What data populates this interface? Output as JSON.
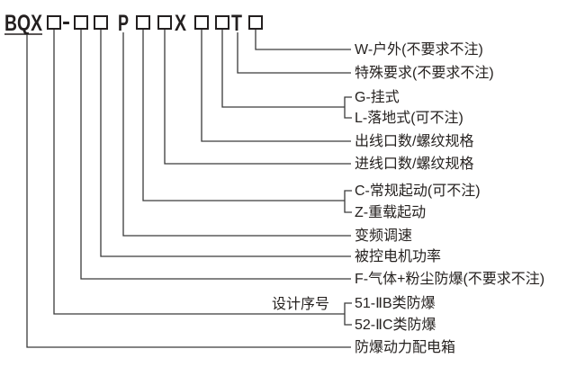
{
  "code": {
    "full": "BQX□-□□P□□X□□T□",
    "prefix": "BQX",
    "hyphen": "-",
    "letter_p": "P",
    "letter_x": "X",
    "letter_t": "T"
  },
  "labels": {
    "outdoor": "W-户外(不要求不注)",
    "special": "特殊要求(不要求不注)",
    "mount_g": "G-挂式",
    "mount_l": "L-落地式(可不注)",
    "outlet": "出线口数/螺纹规格",
    "inlet": "进线口数/螺纹规格",
    "start_c": "C-常规起动(可不注)",
    "start_z": "Z-重载起动",
    "vfd": "变频调速",
    "motor_power": "被控电机功率",
    "f_dust": "F-气体+粉尘防爆(不要求不注)",
    "design_serial": "设计序号",
    "serial_b": "51-ⅡB类防爆",
    "serial_c": "52-ⅡC类防爆",
    "product": "防爆动力配电箱"
  },
  "colors": {
    "ink": "#231f1f",
    "line": "#3a3a3a",
    "background": "#ffffff"
  }
}
